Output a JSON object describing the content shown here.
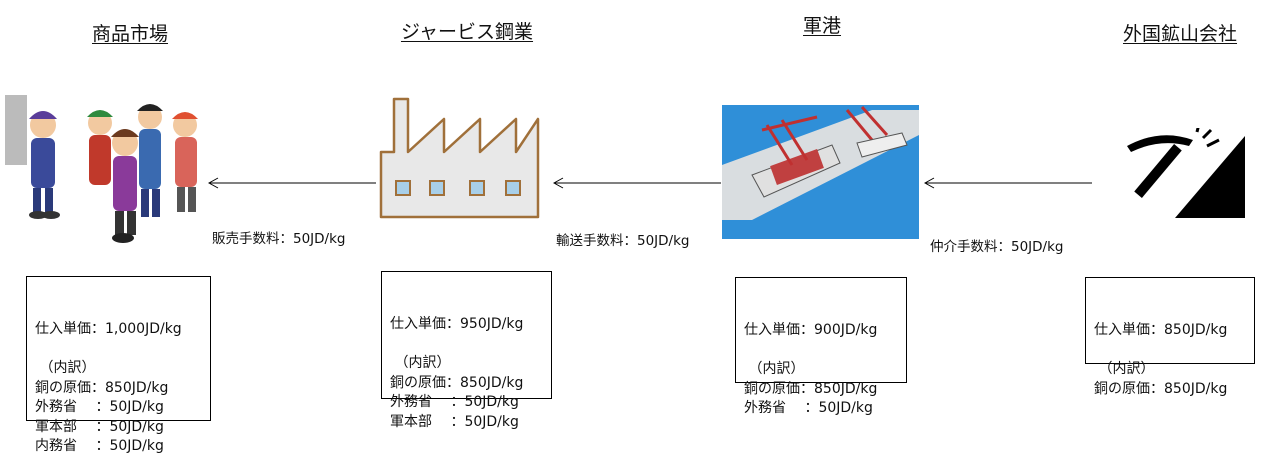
{
  "entities": [
    {
      "title": "商品市場",
      "icon": "people-icon"
    },
    {
      "title": "ジャービス鋼業",
      "icon": "factory-icon"
    },
    {
      "title": "軍港",
      "icon": "port-icon"
    },
    {
      "title": "外国鉱山会社",
      "icon": "mine-icon"
    }
  ],
  "fees": [
    "販売手数料：50JD/kg",
    "輸送手数料：50JD/kg",
    "仲介手数料：50JD/kg"
  ],
  "boxes": [
    {
      "lines": [
        "仕入単価：1,000JD/kg",
        "",
        " （内訳）",
        "銅の原価：850JD/kg",
        "外務省　 ：50JD/kg",
        "軍本部　 ：50JD/kg",
        "内務省　 ：50JD/kg"
      ]
    },
    {
      "lines": [
        "仕入単価：950JD/kg",
        "",
        " （内訳）",
        "銅の原価：850JD/kg",
        "外務省　 ：50JD/kg",
        "軍本部　 ：50JD/kg"
      ]
    },
    {
      "lines": [
        "仕入単価：900JD/kg",
        "",
        " （内訳）",
        "銅の原価：850JD/kg",
        "外務省　 ：50JD/kg"
      ]
    },
    {
      "lines": [
        "仕入単価：850JD/kg",
        "",
        " （内訳）",
        "銅の原価：850JD/kg"
      ]
    }
  ]
}
